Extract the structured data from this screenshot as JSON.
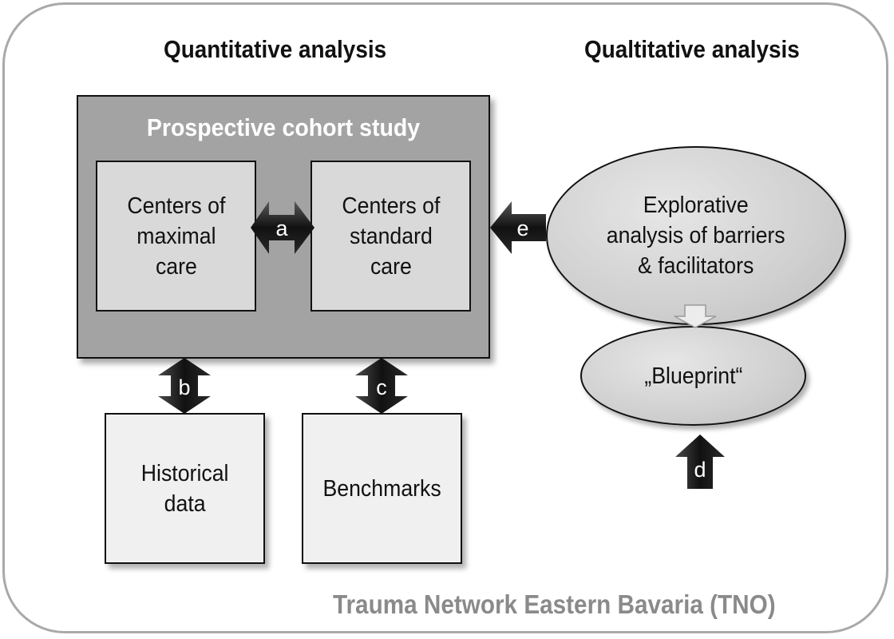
{
  "headings": {
    "quantitative": "Quantitative analysis",
    "qualitative": "Qualtitative analysis"
  },
  "nodes": {
    "cohort_title": "Prospective cohort study",
    "maximal_care": "Centers of\nmaximal\ncare",
    "standard_care": "Centers of\nstandard\ncare",
    "historical_data": "Historical\ndata",
    "benchmarks": "Benchmarks",
    "explorative": "Explorative\nanalysis of barriers\n& facilitators",
    "blueprint": "„Blueprint“"
  },
  "arrows": {
    "a": "a",
    "b": "b",
    "c": "c",
    "d": "d",
    "e": "e"
  },
  "footer": "Trauma Network Eastern Bavaria (TNO)",
  "colors": {
    "cohort_fill": "#a3a3a3",
    "inner_box_fill": "#d9d9d9",
    "outer_box_fill": "#f0f0f0",
    "arrow_fill": "#1a1a1a",
    "footer_text": "#8a8a8a",
    "frame_border": "#a9a9a9"
  }
}
